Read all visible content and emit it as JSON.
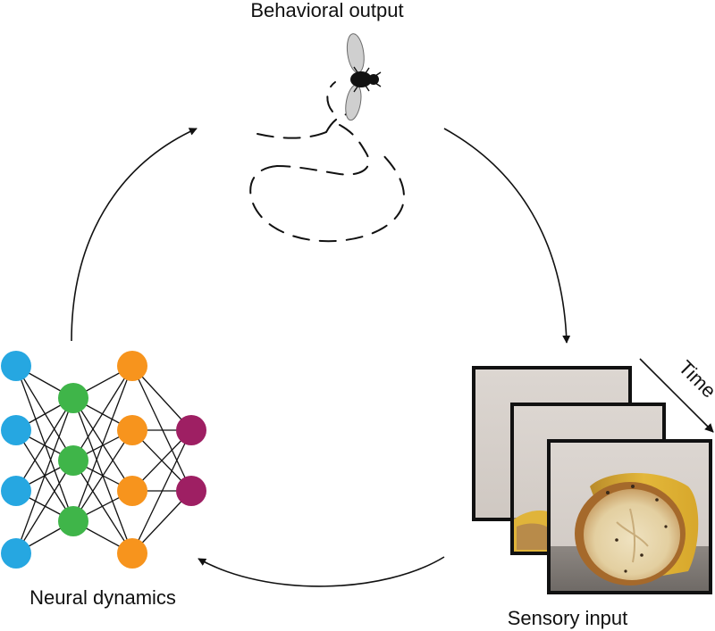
{
  "labels": {
    "behavior": "Behavioral output",
    "neural": "Neural dynamics",
    "sensory": "Sensory input",
    "time": "Time"
  },
  "network": {
    "layers": [
      {
        "name": "input",
        "count": 4,
        "color": "#26a7e1"
      },
      {
        "name": "hidden-1",
        "count": 3,
        "color": "#3fb549"
      },
      {
        "name": "hidden-2",
        "count": 4,
        "color": "#f7941d"
      },
      {
        "name": "output",
        "count": 2,
        "color": "#9e1f63"
      }
    ]
  },
  "icons": {
    "fly": "fly-icon",
    "banana": "banana-photo"
  }
}
